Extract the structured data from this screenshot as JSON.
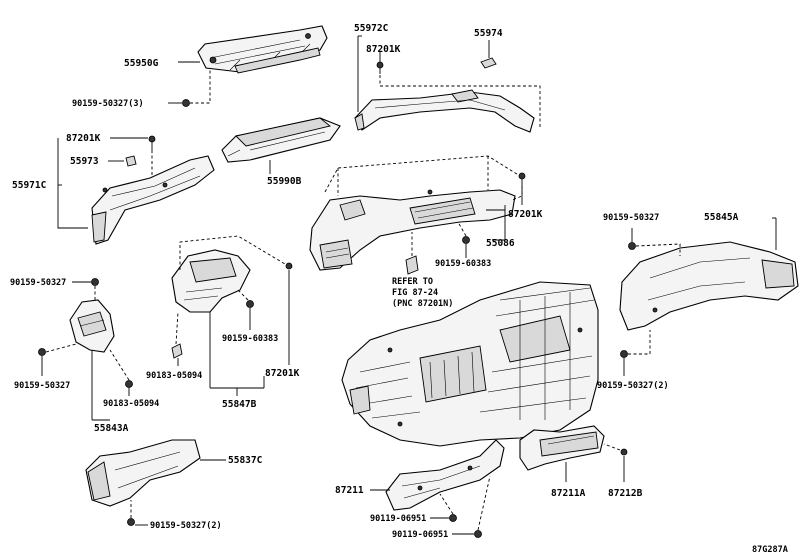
{
  "diagram_code": "87G287A",
  "callouts": {
    "p55950G": "55950G",
    "p90159_50327_3": "90159-50327(3)",
    "p87201K_a": "87201K",
    "p55973": "55973",
    "p55971C": "55971C",
    "p55990B": "55990B",
    "p55972C": "55972C",
    "p87201K_b": "87201K",
    "p55974": "55974",
    "p87201K_c": "87201K",
    "p55086": "55086",
    "p90159_60383_a": "90159-60383",
    "p90159_50327_a": "90159-50327",
    "p55845A": "55845A",
    "p90159_50327_b": "90159-50327",
    "p90159_50327_c": "90159-50327",
    "p90183_05094_a": "90183-05094",
    "p55843A": "55843A",
    "p90159_60383_b": "90159-60383",
    "p90183_05094_b": "90183-05094",
    "p87201K_d": "87201K",
    "p55847B": "55847B",
    "p90159_50327_2a": "90159-50327(2)",
    "p55837C": "55837C",
    "p90159_50327_2b": "90159-50327(2)",
    "p87211": "87211",
    "p90119_06951_a": "90119-06951",
    "p90119_06951_b": "90119-06951",
    "p87211A": "87211A",
    "p87212B": "87212B"
  },
  "reference_note": {
    "line1": "REFER TO",
    "line2": "FIG 87-24",
    "line3": "(PNC 87201N)"
  }
}
